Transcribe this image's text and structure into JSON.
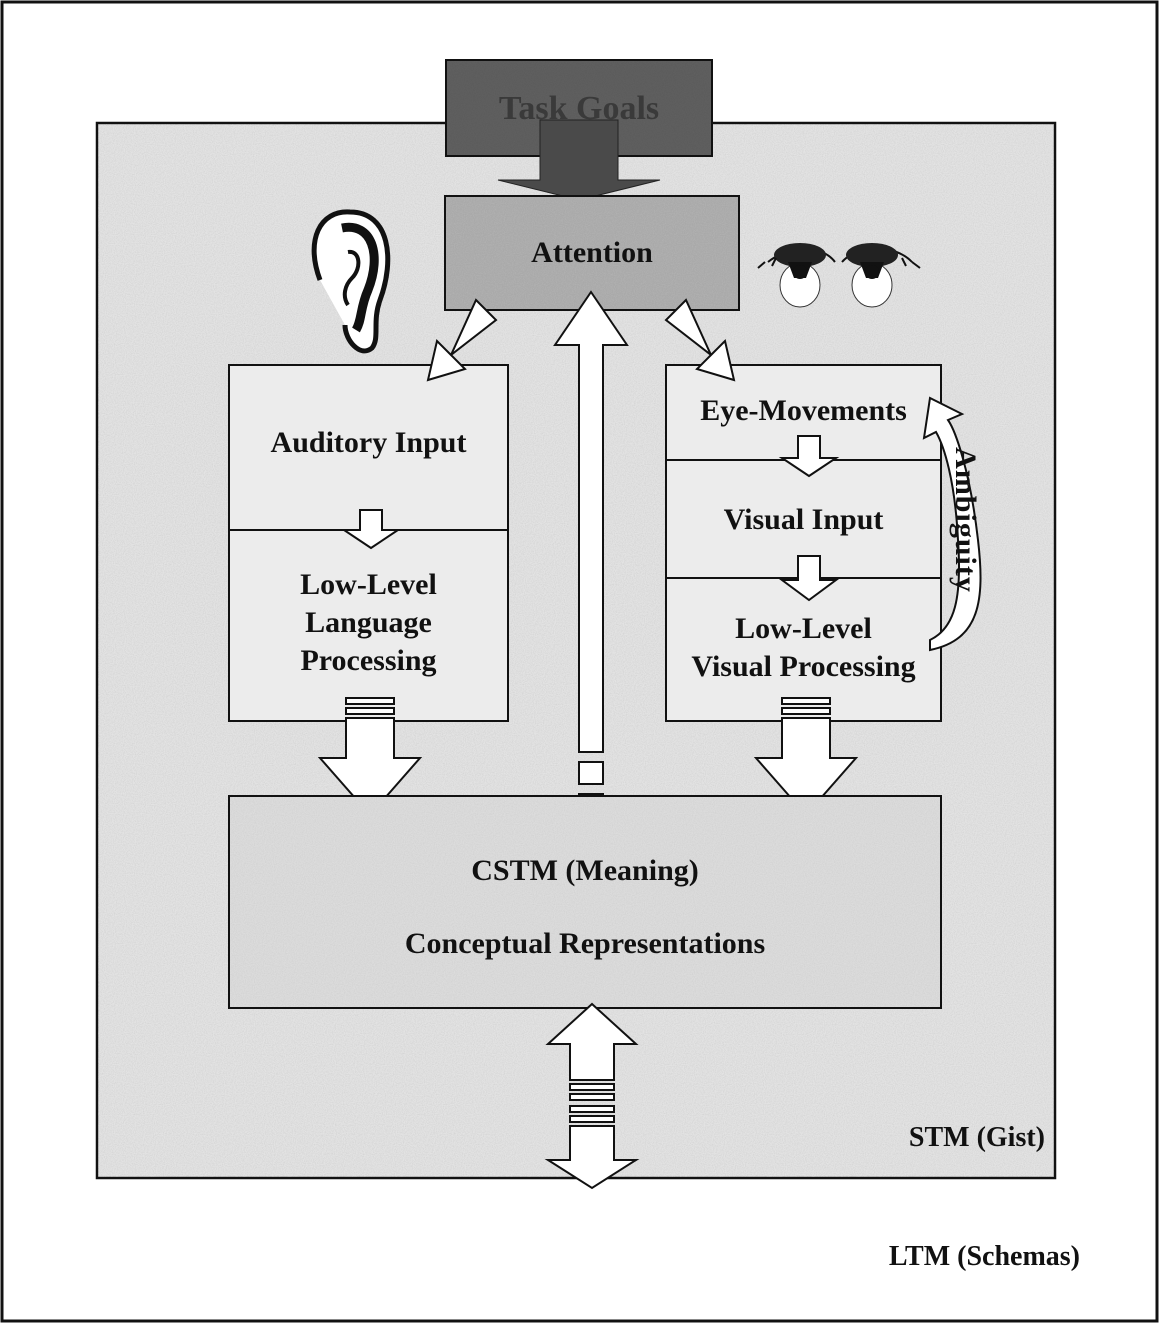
{
  "diagram": {
    "task_goals": "Task Goals",
    "attention": "Attention",
    "auditory_input": "Auditory Input",
    "low_level_language": [
      "Low-Level",
      "Language",
      "Processing"
    ],
    "eye_movements": "Eye-Movements",
    "visual_input": "Visual Input",
    "low_level_visual": [
      "Low-Level",
      "Visual Processing"
    ],
    "ambiguity": "Ambiguity",
    "cstm_meaning": "CSTM (Meaning)",
    "conceptual_representations": "Conceptual Representations",
    "stm_gist": "STM (Gist)",
    "ltm_schemas": "LTM (Schemas)"
  },
  "colors": {
    "stm_background": "#e3e3e3",
    "attention_fill": "#a9a9a9",
    "task_goals_fill": "#5c5c5c",
    "cstm_fill": "#dcdcdc",
    "outline": "#111111"
  },
  "icons": [
    "ear-icon",
    "eyes-icon"
  ]
}
